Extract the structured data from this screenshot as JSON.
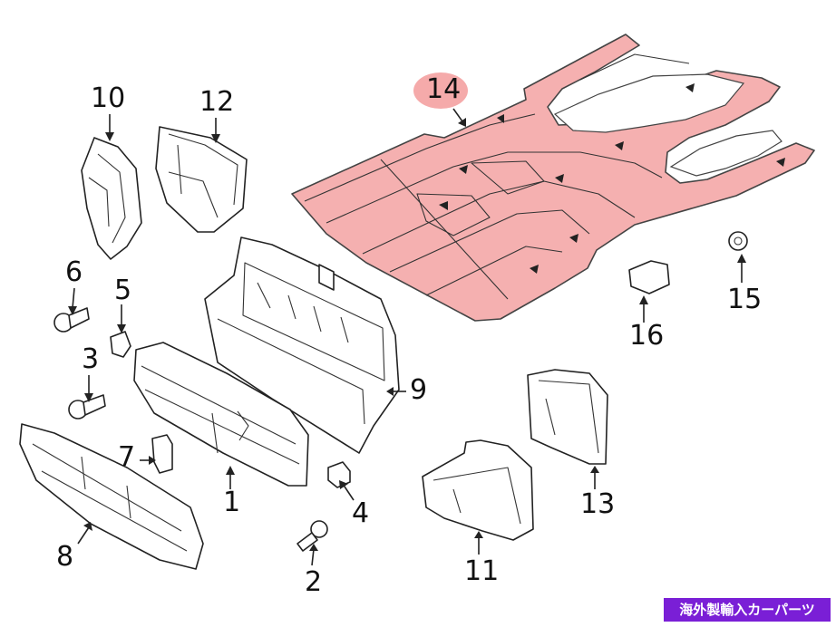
{
  "callouts": {
    "p1": "1",
    "p2": "2",
    "p3": "3",
    "p4": "4",
    "p5": "5",
    "p6": "6",
    "p7": "7",
    "p8": "8",
    "p9": "9",
    "p10": "10",
    "p11": "11",
    "p12": "12",
    "p13": "13",
    "p14": "14",
    "p15": "15",
    "p16": "16"
  },
  "highlight": {
    "part": "14",
    "color": "#f2a3a3",
    "badge_color": "#f5aaaa"
  },
  "watermark": {
    "text": "海外製輸入カーパーツ",
    "background": "#7a1fd6"
  }
}
